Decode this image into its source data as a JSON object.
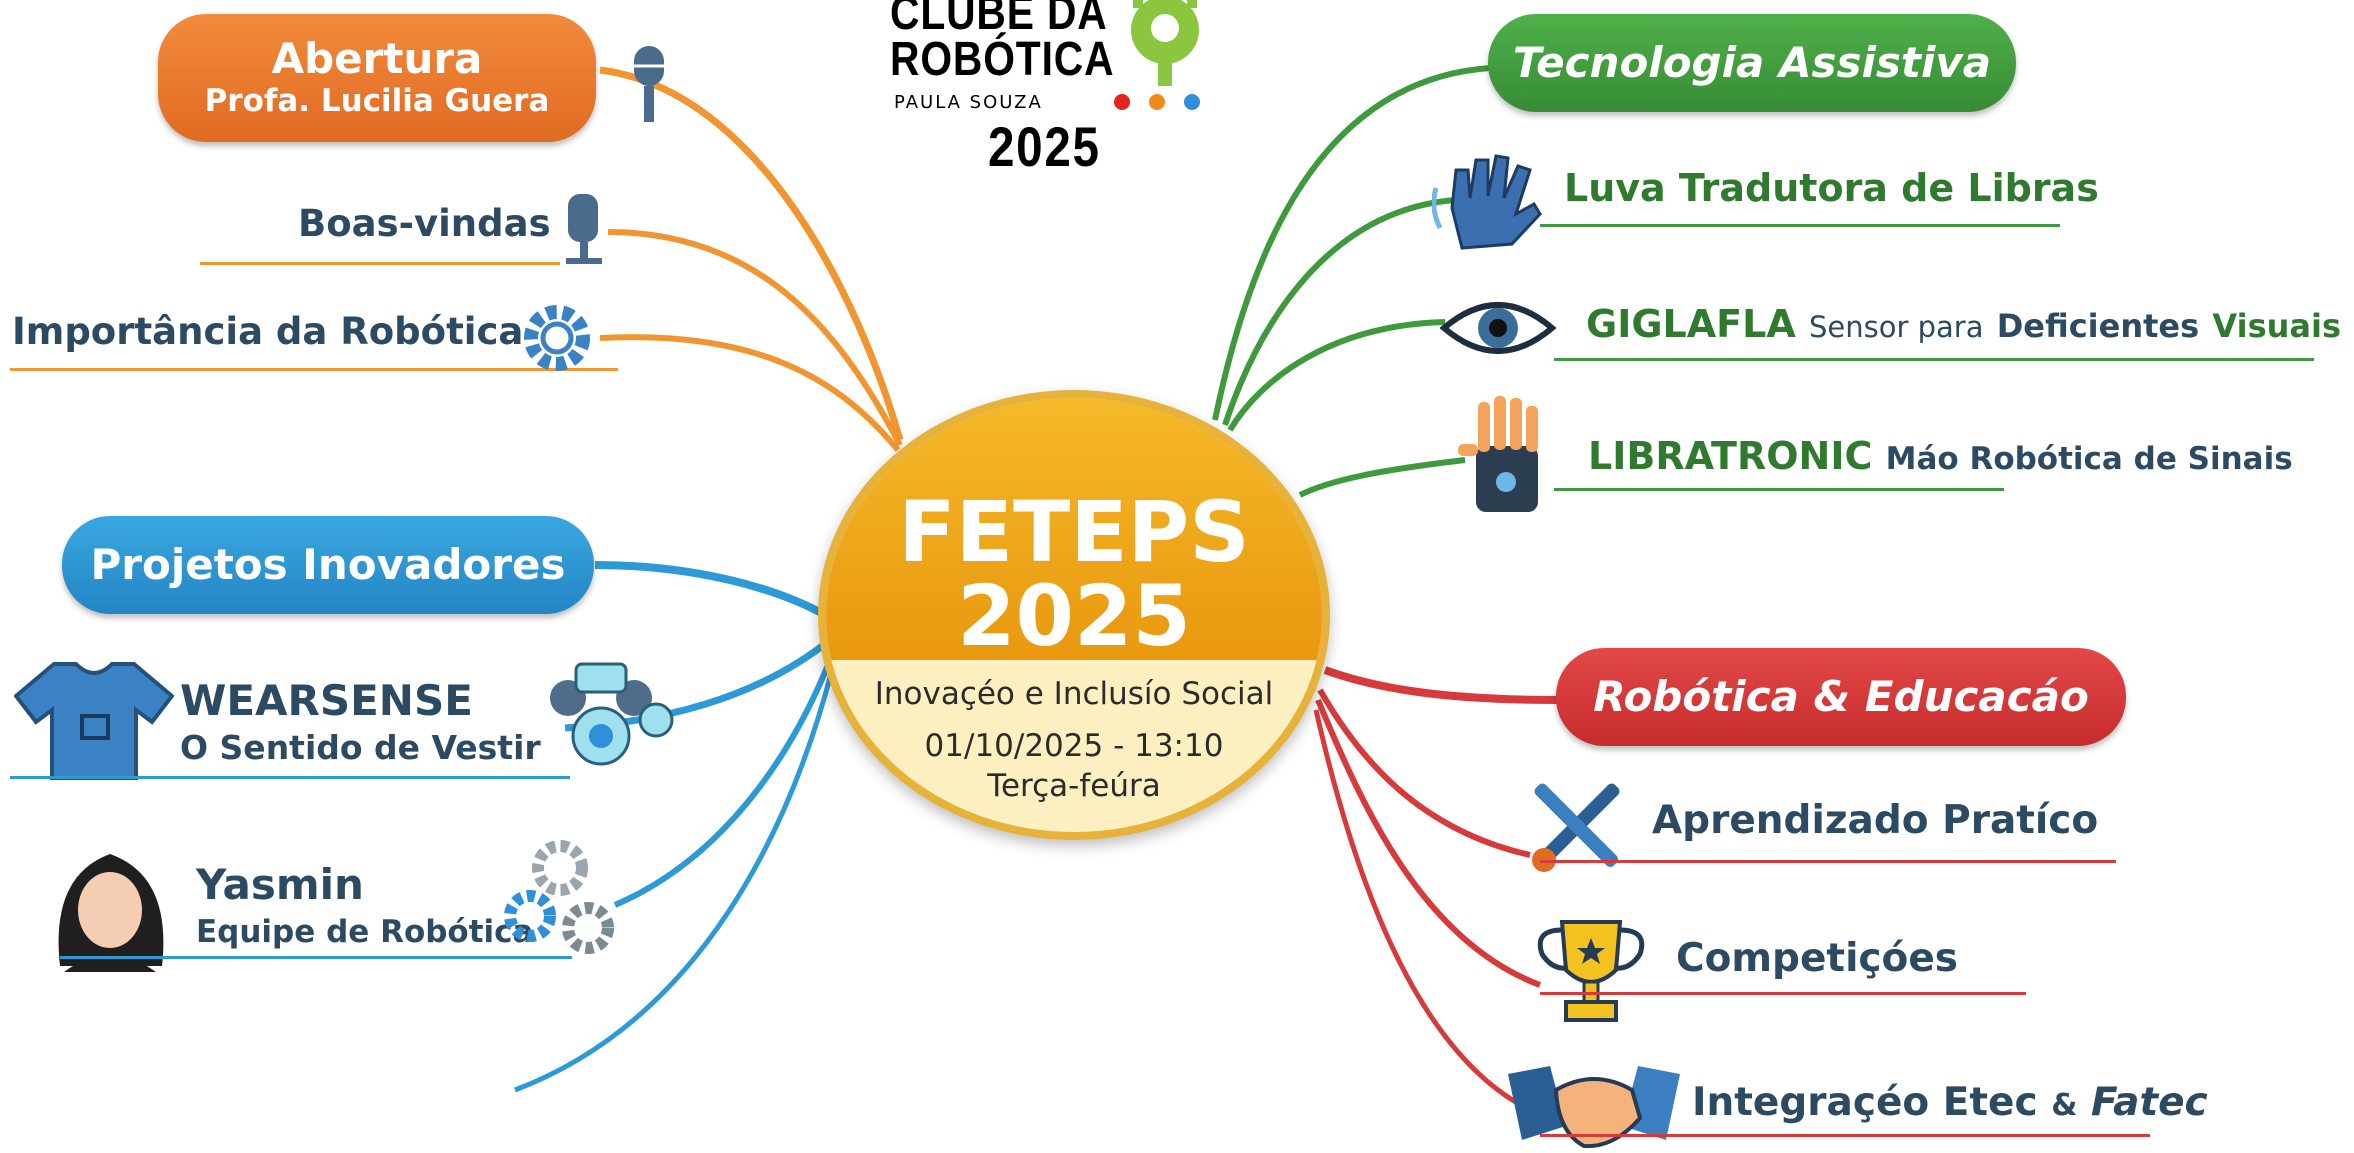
{
  "logo": {
    "line1": "CLUBE DA",
    "line2": "ROBÓTICA",
    "line3": "PAULA SOUZA",
    "year": "2025"
  },
  "center": {
    "title": "FETEPS",
    "year": "2025",
    "subtitle": "Inovaçéo e Inclusío Social",
    "datetime": "01/10/2025 - 13:10",
    "weekday": "Terça-feúra"
  },
  "branches": {
    "abertura": {
      "title": "Abertura",
      "subtitle": "Profa. Lucilia Guera",
      "color": "#e8782e",
      "items": [
        {
          "label": "Boas-vindas",
          "icon": "microphone-icon"
        },
        {
          "label": "Importância da Robótica",
          "icon": "gear-icon"
        }
      ]
    },
    "projetos": {
      "title": "Projetos Inovadores",
      "color": "#2c9ad6",
      "items": [
        {
          "title": "WEARSENSE",
          "subtitle": "O Sentido de Vestir",
          "icon": "t-shirt-icon"
        },
        {
          "title": "Yasmin",
          "subtitle": "Equipe de Robótica",
          "icon": "avatar-icon"
        }
      ]
    },
    "tecnologia": {
      "title": "Tecnologia Assistiva",
      "color": "#3f9a3e",
      "items": [
        {
          "label": "Luva Tradutora de Libras",
          "icon": "glove-icon"
        },
        {
          "bold": "GIGLAFLA",
          "normal": "Sensor para",
          "bold2": "Deficientes",
          "green": "Visuais",
          "icon": "eye-icon"
        },
        {
          "bold": "LIBRATRONIC",
          "normal": "Máo Robótica de Sinais",
          "icon": "robot-hand-icon"
        }
      ]
    },
    "robotica": {
      "title": "Robótica & Educacáo",
      "color": "#d63a3a",
      "items": [
        {
          "label": "Aprendizado Pratíco",
          "icon": "tools-icon"
        },
        {
          "label": "Competiçóes",
          "icon": "trophy-icon"
        },
        {
          "label1": "Integraçéo Etec",
          "amp": "&",
          "label2": "Fatec",
          "icon": "handshake-icon"
        }
      ]
    }
  }
}
